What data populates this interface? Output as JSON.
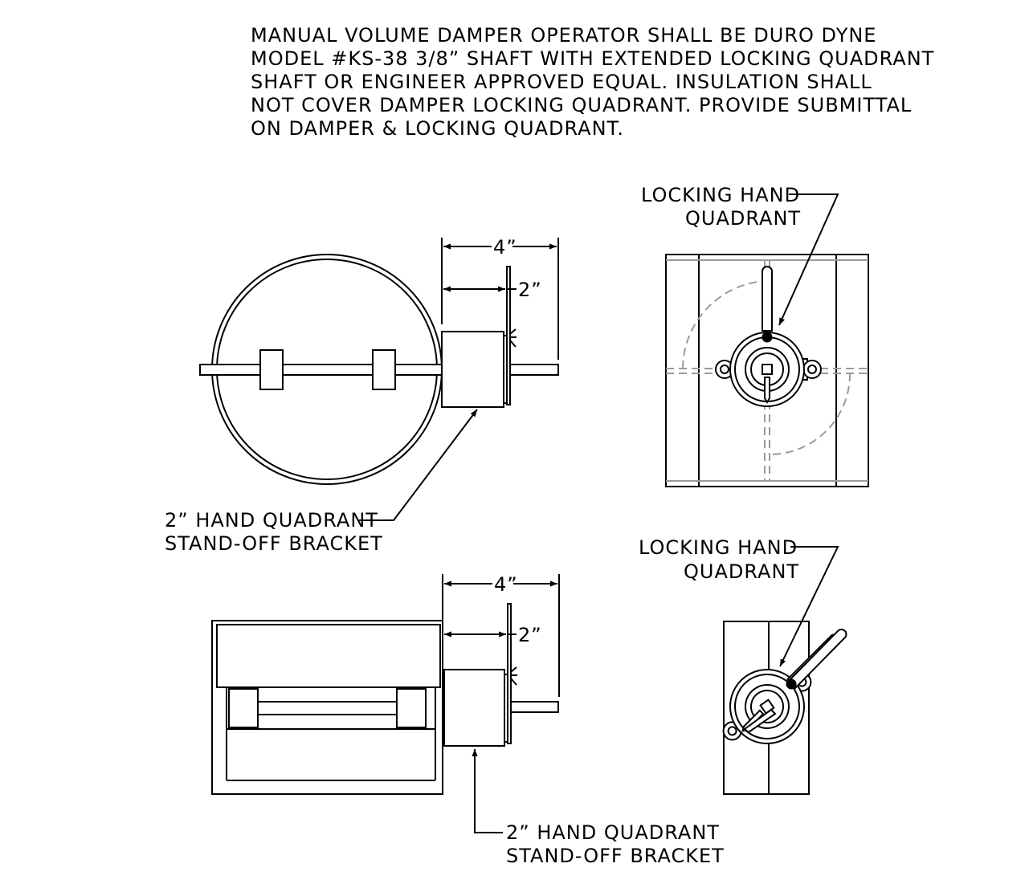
{
  "general_note": [
    "MANUAL VOLUME DAMPER OPERATOR SHALL BE DURO DYNE",
    "MODEL #KS-38 3/8” SHAFT WITH EXTENDED LOCKING QUADRANT",
    "SHAFT OR ENGINEER APPROVED EQUAL. INSULATION SHALL",
    "NOT COVER DAMPER LOCKING QUADRANT. PROVIDE SUBMITTAL",
    "ON DAMPER & LOCKING QUADRANT."
  ],
  "round_view": {
    "dim_overall": "4”",
    "dim_standoff": "2”",
    "callout": [
      "2” HAND QUADRANT",
      "STAND-OFF BRACKET"
    ]
  },
  "round_end_view": {
    "callout": [
      "LOCKING HAND",
      "QUADRANT"
    ]
  },
  "rect_view": {
    "dim_overall": "4”",
    "dim_standoff": "2”",
    "callout": [
      "2” HAND QUADRANT",
      "STAND-OFF BRACKET"
    ]
  },
  "rect_end_view": {
    "callout": [
      "LOCKING HAND",
      "QUADRANT"
    ]
  }
}
